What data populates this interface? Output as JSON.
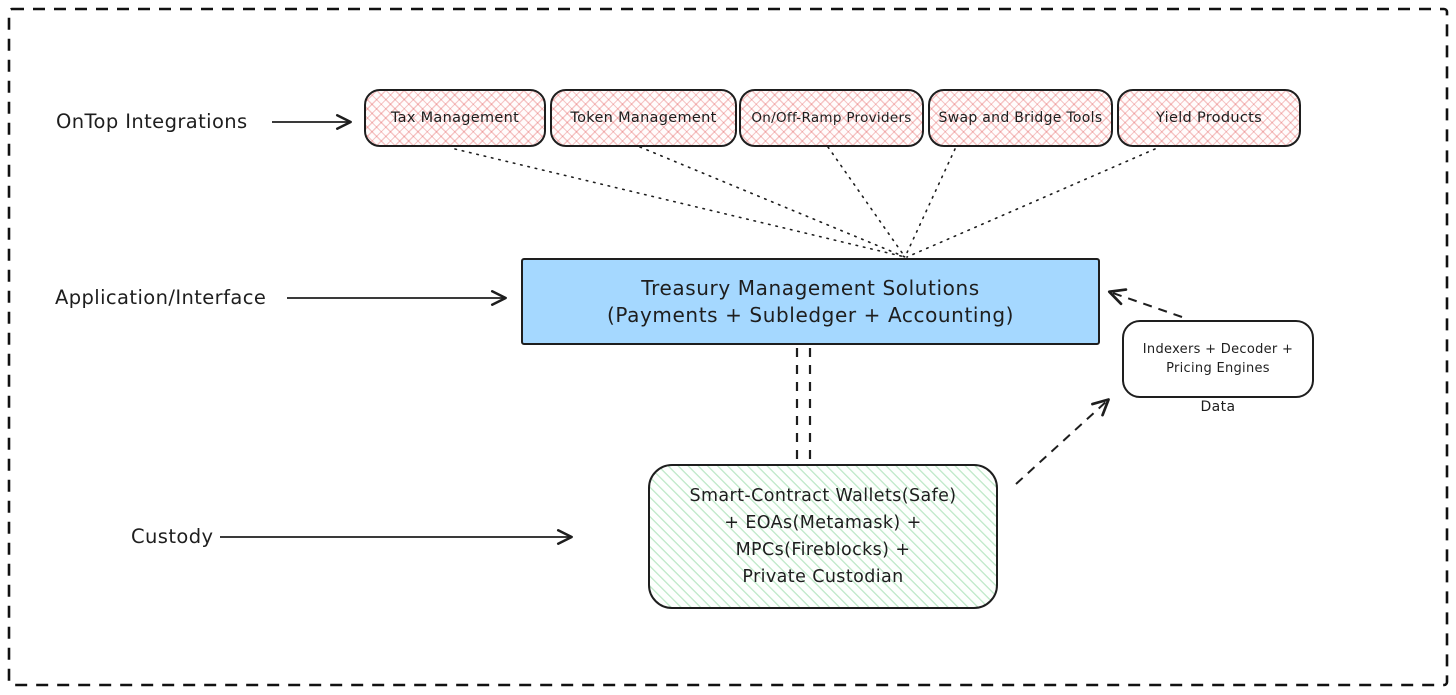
{
  "integrations": {
    "label": "OnTop Integrations",
    "boxes": [
      "Tax Management",
      "Token Management",
      "On/Off-Ramp Providers",
      "Swap and Bridge Tools",
      "Yield Products"
    ]
  },
  "application": {
    "label": "Application/Interface",
    "box": {
      "line1": "Treasury Management Solutions",
      "line2": "(Payments + Subledger + Accounting)"
    }
  },
  "data_node": {
    "box": {
      "line1": "Indexers + Decoder +",
      "line2": "Pricing Engines"
    },
    "caption": "Data"
  },
  "custody": {
    "label": "Custody",
    "box": {
      "line1": "Smart-Contract Wallets(Safe)",
      "line2": "+ EOAs(Metamask) +",
      "line3": "MPCs(Fireblocks) +",
      "line4": "Private Custodian"
    }
  },
  "colors": {
    "stroke": "#1e1e1e",
    "blue_fill": "#a5d8ff",
    "pink_hatch": "#e04949",
    "green_hatch": "#4abf68",
    "frame": "#111111"
  }
}
